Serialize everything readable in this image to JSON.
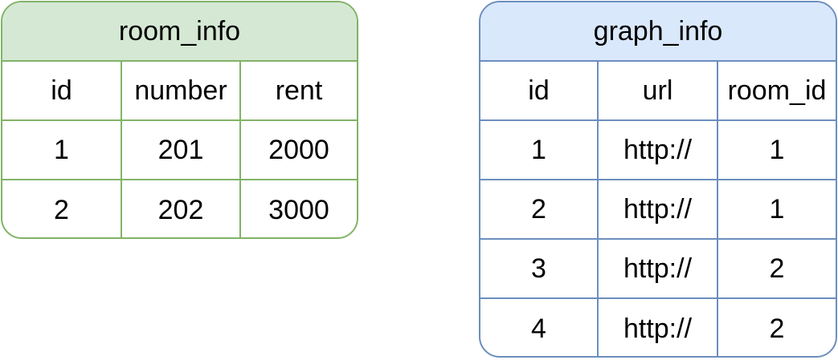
{
  "room_info": {
    "title": "room_info",
    "fill": "#d5e8d4",
    "stroke": "#82b366",
    "headers": [
      "id",
      "number",
      "rent"
    ],
    "rows": [
      [
        "1",
        "201",
        "2000"
      ],
      [
        "2",
        "202",
        "3000"
      ]
    ]
  },
  "graph_info": {
    "title": "graph_info",
    "fill": "#dae8fc",
    "stroke": "#6c8ebf",
    "headers": [
      "id",
      "url",
      "room_id"
    ],
    "rows": [
      [
        "1",
        "http://",
        "1"
      ],
      [
        "2",
        "http://",
        "1"
      ],
      [
        "3",
        "http://",
        "2"
      ],
      [
        "4",
        "http://",
        "2"
      ]
    ]
  }
}
